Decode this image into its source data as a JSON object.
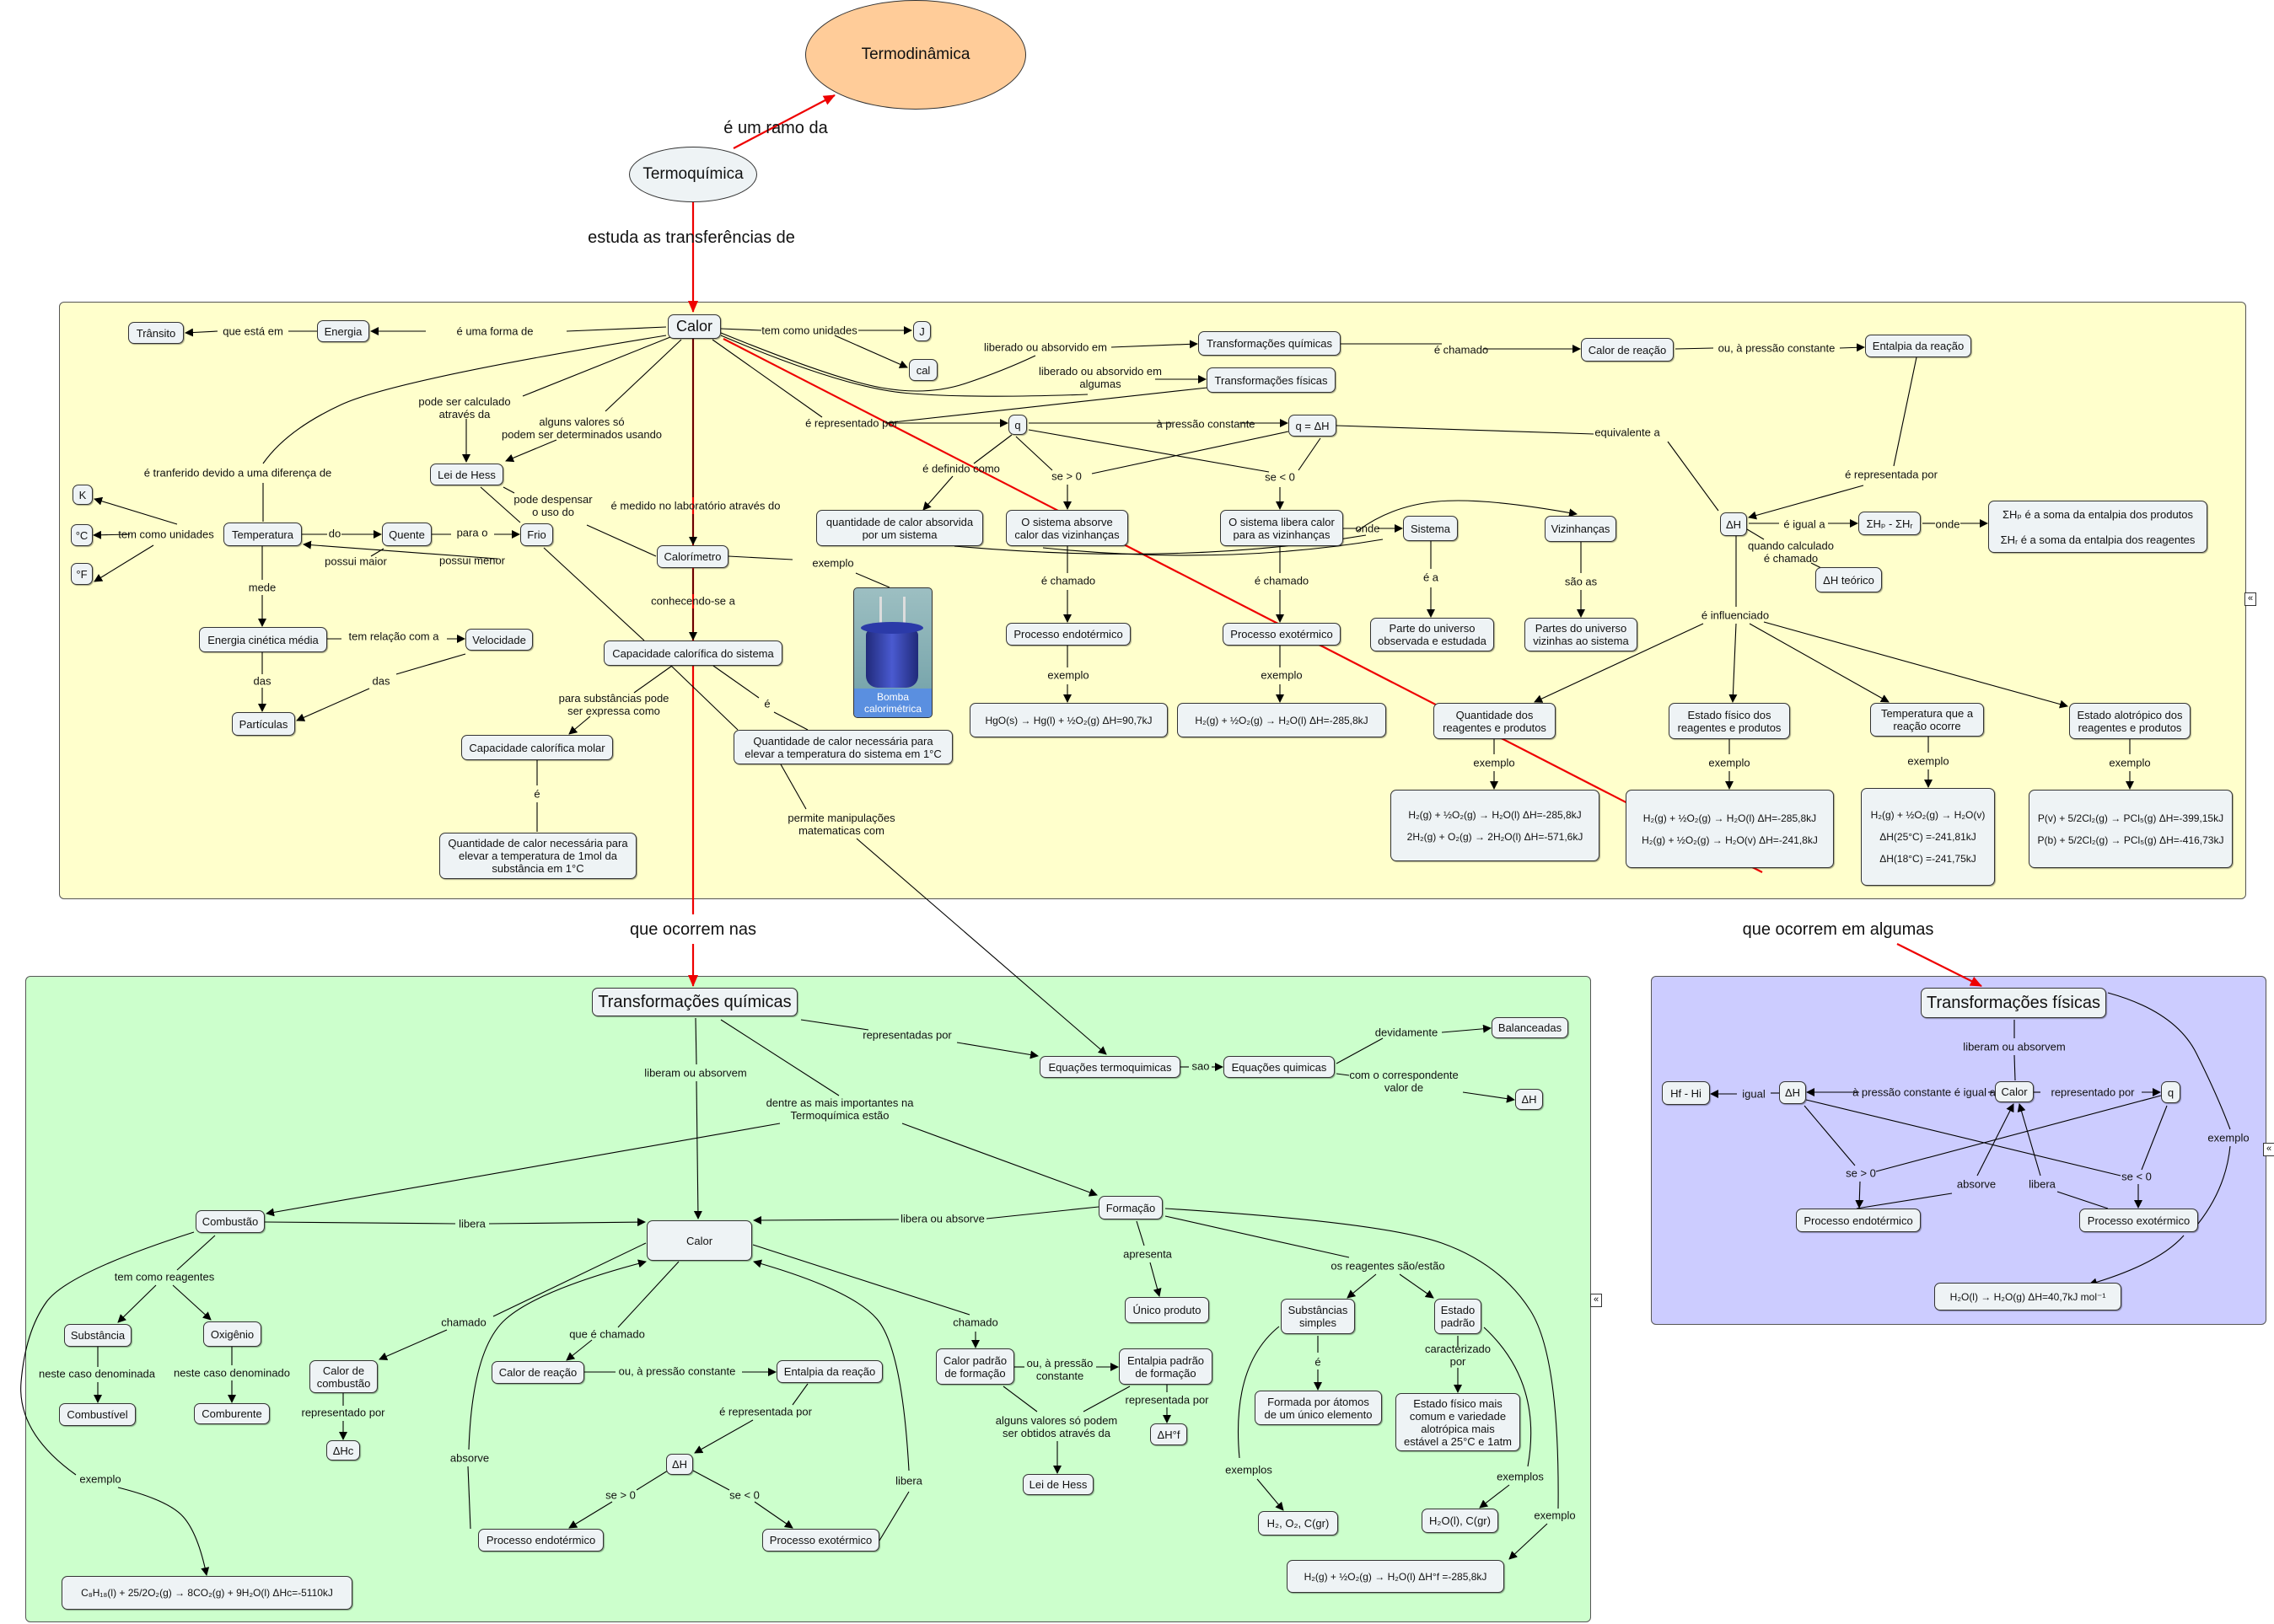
{
  "top": {
    "termodinamica": "Termodinâmica",
    "termoquimica": "Termoquímica",
    "link_ramo": "é um ramo da",
    "link_estuda": "estuda as transferências de",
    "link_ocorrem_nas": "que ocorrem nas",
    "link_ocorrem_algumas": "que ocorrem em algumas"
  },
  "calor_map": {
    "nodes": {
      "calor": "Calor",
      "energia": "Energia",
      "transito": "Trânsito",
      "j": "J",
      "cal": "cal",
      "lei_hess": "Lei de Hess",
      "temperatura": "Temperatura",
      "quente": "Quente",
      "frio": "Frio",
      "k": "K",
      "celsius": "°C",
      "fahrenheit": "°F",
      "energia_cinetica": "Energia cinética média",
      "velocidade": "Velocidade",
      "particulas": "Partículas",
      "calorimetro": "Calorímetro",
      "bomba": "Bomba\ncalorimétrica",
      "cap_sistema": "Capacidade calorífica do sistema",
      "cap_molar": "Capacidade calorífica molar",
      "def_molar": "Quantidade de calor necessária para\nelevar a temperatura de 1mol da\nsubstância em 1°C",
      "def_sistema": "Quantidade de calor necessária para\nelevar a temperatura do sistema em 1°C",
      "q_def": "quantidade de calor absorvida\npor um sistema",
      "q": "q",
      "q_dh": "q = ΔH",
      "transf_quimicas": "Transformações químicas",
      "transf_fisicas": "Transformações físicas",
      "calor_reacao": "Calor de reação",
      "entalpia_reacao": "Entalpia da reação",
      "absorve": "O sistema absorve\ncalor das vizinhanças",
      "libera": "O sistema libera calor\npara as vizinhanças",
      "sistema": "Sistema",
      "vizinhancas": "Vizinhanças",
      "def_sis": "Parte do universo\nobservada e estudada",
      "def_viz": "Partes do universo\nvizinhas ao sistema",
      "endo": "Processo endotérmico",
      "exo": "Processo exotérmico",
      "eq_endo": "HgO(s) → Hg(l) + ½O₂(g)   ΔH=90,7kJ",
      "eq_exo": "H₂(g) + ½O₂(g) → H₂O(l)   ΔH=-285,8kJ",
      "dh": "ΔH",
      "soma": "ΣHₚ - ΣHᵣ",
      "soma_def": "ΣHₚ é a soma da entalpia dos produtos\n\nΣHᵣ é a soma da entalpia dos reagentes",
      "dh_teorico": "ΔH teórico",
      "quantidade": "Quantidade dos\nreagentes e produtos",
      "estado_fisico": "Estado físico dos\nreagentes e produtos",
      "temp_reacao": "Temperatura que a\nreação ocorre",
      "alotropico": "Estado alotrópico dos\nreagentes e produtos",
      "ex_quantidade": "H₂(g) + ½O₂(g) → H₂O(l)   ΔH=-285,8kJ\n2H₂(g) + O₂(g) → 2H₂O(l)   ΔH=-571,6kJ",
      "ex_estado": "H₂(g) + ½O₂(g) → H₂O(l)   ΔH=-285,8kJ\nH₂(g) + ½O₂(g) → H₂O(v)   ΔH=-241,8kJ",
      "ex_temp": "H₂(g) + ½O₂(g) → H₂O(v)\nΔH(25°C) =-241,81kJ\nΔH(18°C) =-241,75kJ",
      "ex_alotropico": "P(v) + 5/2Cl₂(g) → PCl₅(g)   ΔH=-399,15kJ\nP(b) + 5/2Cl₂(g) → PCl₅(g)   ΔH=-416,73kJ"
    },
    "links": {
      "forma_de": "é uma forma de",
      "esta_em": "que está em",
      "unidades": "tem como unidades",
      "calculado": "pode ser calculado\natravés da",
      "alguns_valores": "alguns valores só\npodem ser determinados usando",
      "transferido": "é tranferido devido a uma diferença de",
      "temp_unidades": "tem como unidades",
      "do": "do",
      "para_o": "para o",
      "possui_maior": "possui maior",
      "possui_menor": "possui menor",
      "mede": "mede",
      "relacao": "tem relação com a",
      "das1": "das",
      "das2": "das",
      "despensar": "pode despensar\no uso do",
      "medido": "é medido no laboratório através do",
      "exemplo_bomba": "exemplo",
      "conhecendo": "conhecendo-se a",
      "expressa": "para substâncias pode\nser expressa como",
      "e1": "é",
      "e2": "é",
      "permite": "permite manipulações\nmatematicas com",
      "lib_quimicas": "liberado ou absorvido em",
      "lib_fisicas": "liberado ou absorvido em\nalgumas",
      "representado": "é representado por",
      "pressao": "à pressão constante",
      "definido": "é definido como",
      "se_maior": "se > 0",
      "se_menor": "se < 0",
      "equivalente": "equivalente a",
      "chamado_reacao": "é chamado",
      "ou_pressao": "ou, à pressão constante",
      "representada": "é representada por",
      "igual_a": "é igual a",
      "onde1": "onde",
      "quando": "quando calculado\né chamado",
      "onde2": "onde",
      "e_a": "é a",
      "sao_as": "são as",
      "chamado_endo": "é chamado",
      "chamado_exo": "é chamado",
      "ex_endo": "exemplo",
      "ex_exo": "exemplo",
      "influenciado": "é influenciado",
      "ex1": "exemplo",
      "ex2": "exemplo",
      "ex3": "exemplo",
      "ex4": "exemplo"
    }
  },
  "quimicas_map": {
    "nodes": {
      "transf": "Transformações químicas",
      "calor": "Calor",
      "combustao": "Combustão",
      "substancia": "Substância",
      "oxigenio": "Oxigênio",
      "combustivel": "Combustível",
      "comburente": "Comburente",
      "calor_comb": "Calor de\ncombustão",
      "dhc": "ΔHc",
      "calor_reacao": "Calor de reação",
      "entalpia_reacao": "Entalpia da reação",
      "dh": "ΔH",
      "endo": "Processo endotérmico",
      "exo": "Processo exotérmico",
      "eq_comb": "C₈H₁₈(l) + 25/2O₂(g) → 8CO₂(g) + 9H₂O(l)   ΔHc=-5110kJ",
      "formacao": "Formação",
      "eq_termo": "Equações termoquimicas",
      "eq_quim": "Equações quimicas",
      "balanceadas": "Balanceadas",
      "dh2": "ΔH",
      "unico": "Único produto",
      "subst_simples": "Substâncias\nsimples",
      "estado_padrao": "Estado\npadrão",
      "calor_padrao": "Calor padrão\nde formação",
      "entalpia_padrao": "Entalpia padrão\nde formação",
      "dhf": "ΔH°f",
      "lei_hess": "Lei de Hess",
      "formada": "Formada por átomos\nde um único elemento",
      "estado_def": "Estado físico mais\ncomum e variedade\nalotrópica mais\nestável a 25°C e 1atm",
      "ex_simples": "H₂, O₂, C(gr)",
      "ex_padrao": "H₂O(l), C(gr)",
      "eq_formacao": "H₂(g) + ½O₂(g) → H₂O(l)   ΔH°f =-285,8kJ"
    },
    "links": {
      "liberam": "liberam ou absorvem",
      "representadas": "representadas por",
      "dentre": "dentre as mais importantes na\nTermoquímica estão",
      "libera": "libera",
      "libera_absorve": "libera ou absorve",
      "reagentes": "tem como reagentes",
      "denominada": "neste caso denominada",
      "denominado": "neste caso denominado",
      "exemplo_comb": "exemplo",
      "chamado1": "chamado",
      "representado": "representado por",
      "que_chamado": "que é chamado",
      "ou_pressao": "ou, à pressão constante",
      "representada": "é representada por",
      "se_maior": "se > 0",
      "se_menor": "se < 0",
      "absorve": "absorve",
      "libera2": "libera",
      "chamado2": "chamado",
      "ou_pressao2": "ou, à pressão\nconstante",
      "representada2": "representada por",
      "alguns": "alguns valores só podem\nser obtidos através da",
      "apresenta": "apresenta",
      "reagentes_sao": "os reagentes são/estão",
      "e": "é",
      "caracterizado": "caracterizado\npor",
      "exemplos1": "exemplos",
      "exemplos2": "exemplos",
      "exemplo3": "exemplo",
      "sao": "sao",
      "devidamente": "devidamente",
      "correspondente": "com o correspondente\nvalor de"
    }
  },
  "fisicas_map": {
    "nodes": {
      "transf": "Transformações físicas",
      "calor": "Calor",
      "q": "q",
      "dh": "ΔH",
      "hf_hi": "Hf - Hi",
      "endo": "Processo endotérmico",
      "exo": "Processo exotérmico",
      "eq": "H₂O(l) → H₂O(g)   ΔH=40,7kJ mol⁻¹"
    },
    "links": {
      "liberam": "liberam ou absorvem",
      "pressao": "à pressão constante é igual a",
      "representado": "representado por",
      "igual": "igual",
      "se_maior": "se > 0",
      "se_menor": "se < 0",
      "absorve": "absorve",
      "libera": "libera",
      "exemplo": "exemplo"
    }
  },
  "colors": {
    "yellow_panel": "#ffffcc",
    "green_panel": "#ccffcc",
    "blue_panel": "#ccccff",
    "termodinamica": "#ffcc99",
    "termoquimica": "#eef3f5",
    "red_link": "#ee0000"
  },
  "icons": {
    "collapse": "collapse-double-chevron-icon"
  }
}
